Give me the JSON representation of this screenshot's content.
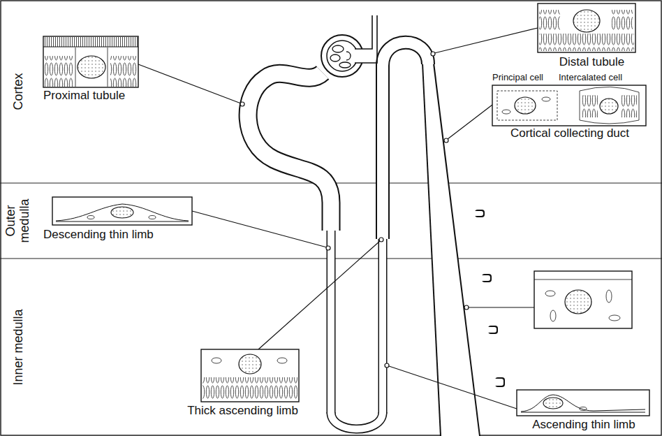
{
  "diagram": {
    "nodes": [
      {
        "text": [
          "Proximal tubule"
        ]
      },
      {
        "text": [
          "Distal tubule"
        ]
      },
      {
        "text": [
          "Principal cell",
          "Intercalated cell",
          "Cortical collecting duct"
        ]
      },
      {
        "text": [
          "Descending thin limb"
        ]
      },
      {
        "text": [
          "Thick ascending limb"
        ]
      },
      {
        "text": [
          "Ascending thin limb"
        ]
      }
    ],
    "labels": [
      "Cortex",
      "Outer medulla",
      "Inner medulla"
    ]
  }
}
